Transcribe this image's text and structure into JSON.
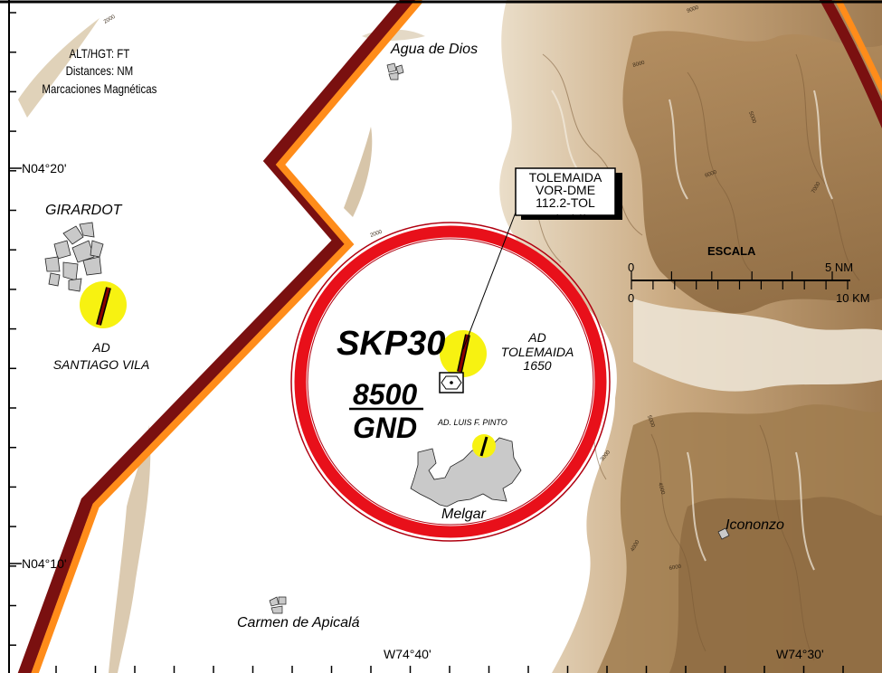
{
  "legend": {
    "units": "ALT/HGT: FT",
    "distances": "Distances: NM",
    "bearings": "Marcaciones Magnéticas"
  },
  "coordinates": {
    "lat_20": "N04°20'",
    "lat_10": "N04°10'",
    "lon_40": "W74°40'",
    "lon_30": "W74°30'"
  },
  "places": {
    "agua_de_dios": "Agua de Dios",
    "girardot": "GIRARDOT",
    "ad_santiago_1": "AD",
    "ad_santiago_2": "SANTIAGO VILA",
    "melgar": "Melgar",
    "carmen": "Carmen de Apicalá",
    "icononzo": "Icononzo",
    "ad_luis": "AD. LUIS F. PINTO"
  },
  "aerodrome": {
    "line1": "AD",
    "line2": "TOLEMAIDA",
    "elevation": "1650"
  },
  "navaid": {
    "name": "TOLEMAIDA",
    "type": "VOR-DME",
    "frequency": "112.2-TOL",
    "morse": "- - - ·   - - -   · - · ·"
  },
  "restricted_area": {
    "id": "SKP30",
    "upper": "8500",
    "lower": "GND"
  },
  "scale": {
    "title": "ESCALA",
    "nm_zero": "0",
    "nm_max": "5 NM",
    "km_zero": "0",
    "km_max": "10 KM"
  },
  "contours": [
    "2000",
    "2000",
    "3000",
    "3000",
    "4000",
    "5000",
    "6000",
    "7000",
    "8000",
    "9000",
    "5000",
    "4000",
    "6000"
  ],
  "colors": {
    "boundary_outer": "#7a1010",
    "boundary_inner": "#ff8c1a",
    "restricted_ring": "#e8101a",
    "aerodrome_fill": "#f7f211",
    "terrain_dark": "#9c7a50",
    "terrain_light": "#d9c8ac"
  }
}
